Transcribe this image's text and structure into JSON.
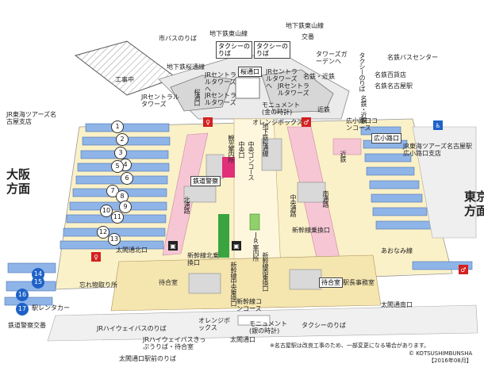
{
  "directions": {
    "west_1": "大阪",
    "west_2": "方面",
    "east_1": "東京",
    "east_2": "方面"
  },
  "labels": {
    "bus_stop_city": "市バスのりば",
    "subway_higashiyama_top": "地下鉄東山線",
    "subway_higashiyama_top2": "地下鉄東山線",
    "taxi_top": "タクシーのりば",
    "taxi_top2": "タクシーのりば",
    "koban_top": "交番",
    "towers_garden": "タワーズガーデンへ",
    "taxi_right": "タクシーのりば",
    "meitetsu_bus_center": "名鉄バスセンター",
    "meitetsu_dept": "名鉄百貨店",
    "meitetsu_nagoya_station": "名鉄名古屋駅",
    "construction": "工事中",
    "subway_sakuradori": "地下鉄桜通線",
    "towers_top_left": "JRセントラルタワーズへ",
    "sakuradori_exit": "桜通口",
    "towers_top_right": "JRセントラルタワーズへ",
    "meitetsu_kintetsu": "名鉄・近鉄",
    "jr_central_towers_left": "JRセントラルタワーズ",
    "jr_central_towers_right": "JRセントラルタワーズ",
    "monument_top": "モニュメント(金の時計)",
    "jr_tokai_tours_left": "JR東海ツアーズ名古屋支店",
    "sakuradori_exit_v": "桜通口",
    "orange_box_top": "オレンジボックス",
    "kintetsu": "近鉄",
    "meitetsu_kintetsu_v": "名鉄・近鉄",
    "hirokoji_concourse": "広小路口コンコース",
    "hirokoji_exit": "広小路口",
    "jr_tokai_tours_right": "JR東海ツアーズ名古屋駅広小路口支店",
    "north_concourse": "中央コンコース",
    "central_exit": "中央口",
    "kanko_annai": "観光案内所",
    "subway_sakuradori_v": "地下鉄桜通線",
    "kitadori": "北通路",
    "police_office": "鉄道警察",
    "kintetsu_v": "近鉄",
    "minamidori": "南通路",
    "chuo_dori": "中央通路",
    "shinkansen_transfer_gate": "新幹線乗換口",
    "jr_annai": "JR案内所",
    "taiko_north_exit": "太閤通北口",
    "shinkansen_north_transfer": "新幹線北乗換口",
    "aonami_line": "あおなみ線",
    "lost_property": "忘れ物取り所",
    "waiting_room_left": "待合室",
    "shinkansen_south_transfer": "新幹線南乗換口",
    "shinkansen_central_transfer": "新幹線中央乗換口",
    "waiting_room_right": "待合室",
    "station_master": "駅長事務室",
    "shinkansen_concourse": "新幹線コンコース",
    "taiko_south_exit": "太閤通南口",
    "eki_rent_a_car": "駅レンタカー",
    "railway_police": "鉄道警察交番",
    "jr_highway_bus_stop": "JRハイウェイバスのりば",
    "orange_box_bottom": "オレンジボックス",
    "monument_bottom": "モニュメント(銀の時計)",
    "taxi_bottom": "タクシーのりば",
    "taiko_exit": "太閤通口",
    "jr_highway_bus_ticket": "JRハイウェイバスきっぷうりば・待合室",
    "taiko_station_front_bus": "太閤通口駅前のりば",
    "note": "※名古屋駅は改良工事のため、一部変更になる場合があります。",
    "copyright": "© KOTSUSHIMBUNSHA",
    "edition": "【2016年08月】"
  },
  "platforms": [
    {
      "num": "1"
    },
    {
      "num": "2"
    },
    {
      "num": "3"
    },
    {
      "num": "4"
    },
    {
      "num": "5"
    },
    {
      "num": "6"
    },
    {
      "num": "7"
    },
    {
      "num": "8"
    },
    {
      "num": "9"
    },
    {
      "num": "10"
    },
    {
      "num": "11"
    },
    {
      "num": "12"
    },
    {
      "num": "13"
    },
    {
      "num": "14"
    },
    {
      "num": "15"
    },
    {
      "num": "16"
    },
    {
      "num": "17"
    }
  ],
  "colors": {
    "track": "#8fb4e8",
    "concourse": "#fbf1c8",
    "passage": "#f6c6d4",
    "building": "#d9d9d9",
    "green": "#3aa540",
    "magenta": "#e0307a",
    "wc": "#d42020"
  }
}
